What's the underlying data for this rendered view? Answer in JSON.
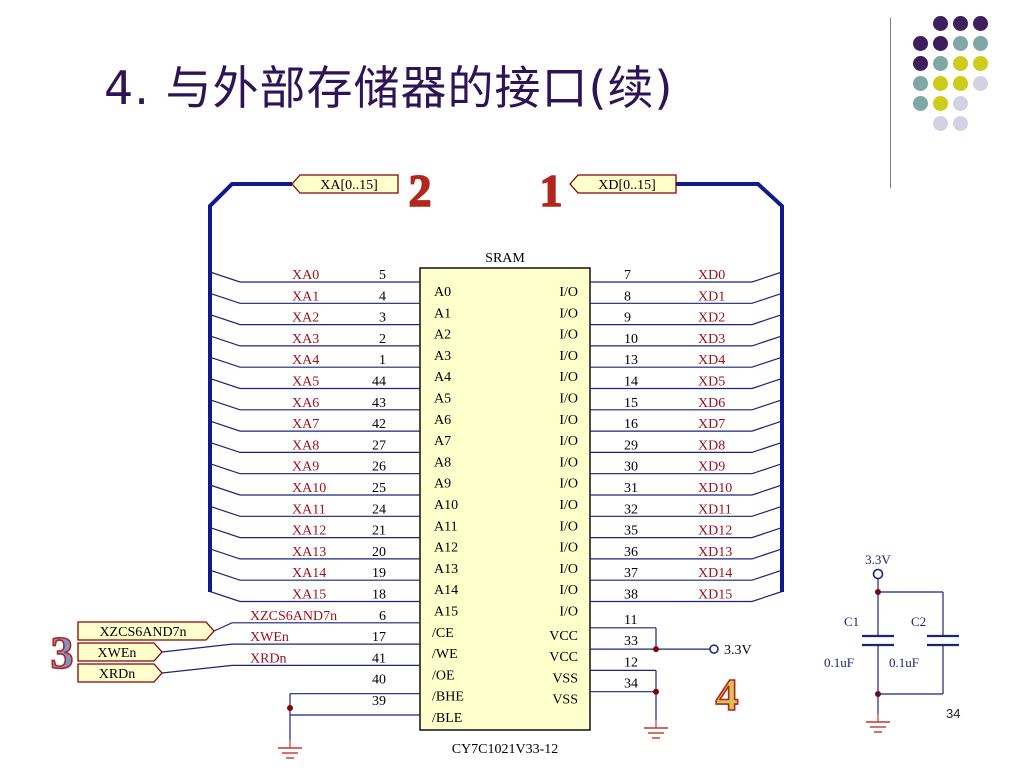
{
  "slide": {
    "title": "4. 与外部存储器的接口(续)",
    "page_number": "34"
  },
  "colors": {
    "title": "#2e1457",
    "bus": "#0f1a8c",
    "wire": "#1a237e",
    "pin_text": "#000000",
    "signal_text": "#a0101a",
    "chip_fill": "#ffffcc",
    "port_fill": "#ffffcc",
    "port_border": "#8b0000",
    "cap_color": "#1a237e",
    "junction": "#8b0000",
    "ground": "#c0392b",
    "callout_blue": "#7e95c9",
    "callout_red": "#b3261e",
    "callout_yellow": "#d8c35a",
    "dot_purple": "#3e1f5e",
    "dot_teal": "#7fa7a3",
    "dot_yellow": "#cccc1a",
    "dot_lavender": "#d4d2e2"
  },
  "decor": {
    "dots": [
      [
        "purple",
        "purple",
        "purple",
        ""
      ],
      [
        "purple",
        "purple",
        "teal",
        "teal"
      ],
      [
        "purple",
        "teal",
        "yellow",
        "yellow"
      ],
      [
        "teal",
        "yellow",
        "yellow",
        "lavender"
      ],
      [
        "teal",
        "yellow",
        "lavender",
        ""
      ],
      [
        "lavender",
        "lavender",
        "",
        ""
      ]
    ],
    "dot_row_offsets": [
      1,
      0,
      0,
      0,
      0,
      1
    ]
  },
  "schematic": {
    "chip": {
      "title": "SRAM",
      "part_number": "CY7C1021V33-12"
    },
    "buses": {
      "address_label": "XA[0..15]",
      "data_label": "XD[0..15]",
      "address_callout": "2",
      "data_callout": "1"
    },
    "address_rows": [
      {
        "net": "XA0",
        "pin": "5",
        "name": "A0"
      },
      {
        "net": "XA1",
        "pin": "4",
        "name": "A1"
      },
      {
        "net": "XA2",
        "pin": "3",
        "name": "A2"
      },
      {
        "net": "XA3",
        "pin": "2",
        "name": "A3"
      },
      {
        "net": "XA4",
        "pin": "1",
        "name": "A4"
      },
      {
        "net": "XA5",
        "pin": "44",
        "name": "A5"
      },
      {
        "net": "XA6",
        "pin": "43",
        "name": "A6"
      },
      {
        "net": "XA7",
        "pin": "42",
        "name": "A7"
      },
      {
        "net": "XA8",
        "pin": "27",
        "name": "A8"
      },
      {
        "net": "XA9",
        "pin": "26",
        "name": "A9"
      },
      {
        "net": "XA10",
        "pin": "25",
        "name": "A10"
      },
      {
        "net": "XA11",
        "pin": "24",
        "name": "A11"
      },
      {
        "net": "XA12",
        "pin": "21",
        "name": "A12"
      },
      {
        "net": "XA13",
        "pin": "20",
        "name": "A13"
      },
      {
        "net": "XA14",
        "pin": "19",
        "name": "A14"
      },
      {
        "net": "XA15",
        "pin": "18",
        "name": "A15"
      }
    ],
    "data_rows": [
      {
        "net": "XD0",
        "pin": "7",
        "name": "I/O"
      },
      {
        "net": "XD1",
        "pin": "8",
        "name": "I/O"
      },
      {
        "net": "XD2",
        "pin": "9",
        "name": "I/O"
      },
      {
        "net": "XD3",
        "pin": "10",
        "name": "I/O"
      },
      {
        "net": "XD4",
        "pin": "13",
        "name": "I/O"
      },
      {
        "net": "XD5",
        "pin": "14",
        "name": "I/O"
      },
      {
        "net": "XD6",
        "pin": "15",
        "name": "I/O"
      },
      {
        "net": "XD7",
        "pin": "16",
        "name": "I/O"
      },
      {
        "net": "XD8",
        "pin": "29",
        "name": "I/O"
      },
      {
        "net": "XD9",
        "pin": "30",
        "name": "I/O"
      },
      {
        "net": "XD10",
        "pin": "31",
        "name": "I/O"
      },
      {
        "net": "XD11",
        "pin": "32",
        "name": "I/O"
      },
      {
        "net": "XD12",
        "pin": "35",
        "name": "I/O"
      },
      {
        "net": "XD13",
        "pin": "36",
        "name": "I/O"
      },
      {
        "net": "XD14",
        "pin": "37",
        "name": "I/O"
      },
      {
        "net": "XD15",
        "pin": "38",
        "name": "I/O"
      }
    ],
    "control_rows": [
      {
        "net": "XZCS6AND7n",
        "pin": "6",
        "name": "/CE"
      },
      {
        "net": "XWEn",
        "pin": "17",
        "name": "/WE"
      },
      {
        "net": "XRDn",
        "pin": "41",
        "name": "/OE"
      },
      {
        "net": "",
        "pin": "40",
        "name": "/BHE"
      },
      {
        "net": "",
        "pin": "39",
        "name": "/BLE"
      }
    ],
    "power_rows": [
      {
        "pin": "11",
        "name": "VCC"
      },
      {
        "pin": "33",
        "name": "VCC"
      },
      {
        "pin": "12",
        "name": "VSS"
      },
      {
        "pin": "34",
        "name": "VSS"
      }
    ],
    "control_ports": [
      "XZCS6AND7n",
      "XWEn",
      "XRDn"
    ],
    "control_callout": "3",
    "power_callout": "4",
    "vcc_label": "3.3V",
    "decoupling": {
      "supply_label": "3.3V",
      "capacitors": [
        {
          "name": "C1",
          "value": "0.1uF"
        },
        {
          "name": "C2",
          "value": "0.1uF"
        }
      ]
    }
  }
}
